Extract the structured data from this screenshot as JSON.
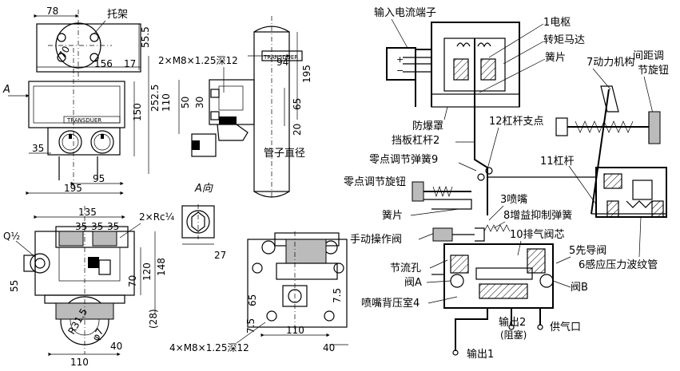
{
  "labels": {
    "bracket": "托架",
    "view_a_arrow": "A",
    "view_a_title": "A向",
    "pipe_diameter": "管子直径",
    "brand": "TRANSDUER",
    "input_terminal": "输入电流端子",
    "armature": "1电枢",
    "torque_motor": "转矩马达",
    "reed_top": "簧片",
    "power_mechanism": "7动力机构",
    "span_knob": "间距调\n节旋钮",
    "explosion_cover": "防爆罩",
    "lever_pivot": "12杠杆支点",
    "baffle_lever": "挡板杠杆2",
    "zero_spring": "零点调节弹簧9",
    "lever11": "11杠杆",
    "zero_knob": "零点调节旋钮",
    "nozzle": "3喷嘴",
    "gain_spring": "8增益抑制弹簧",
    "reed_mid": "簧片",
    "manual_valve": "手动操作阀",
    "exhaust_core": "10排气阀芯",
    "pilot_valve": "5先导阀",
    "orifice": "节流孔",
    "bellows": "6感应压力波纹管",
    "valve_a": "阀A",
    "valve_b": "阀B",
    "back_pressure": "喷嘴背压室4",
    "output2": "输出2",
    "output2_note": "(阻塞)",
    "supply": "供气口",
    "output1": "输出1"
  },
  "dimensions": {
    "d78": "78",
    "d70": "70",
    "d55_5": "55.5",
    "d156": "156",
    "d17": "17",
    "d252_5": "252.5",
    "d150": "150",
    "d35": "35",
    "d95": "95",
    "d195": "195",
    "thread1": "2×M8×1.25深12",
    "d94": "94",
    "d195v": "195",
    "d110": "110",
    "d50": "50",
    "d30": "30",
    "d65": "65",
    "d20": "20",
    "d135": "135",
    "d35a": "35",
    "d35b": "35",
    "d35c": "35",
    "rc": "2×Rc¼",
    "q12": "Q½",
    "d55": "55",
    "d120": "120",
    "d148": "148",
    "d28": "(28)",
    "r31_5": "R31.5",
    "phi7": "φ7",
    "d40": "40",
    "d110b": "110",
    "d27": "27",
    "d65b": "65",
    "d7_5a": "7.5",
    "d7_5b": "7.5",
    "thread2": "4×M8×1.25深12",
    "d110c": "110",
    "d40b": "40"
  }
}
